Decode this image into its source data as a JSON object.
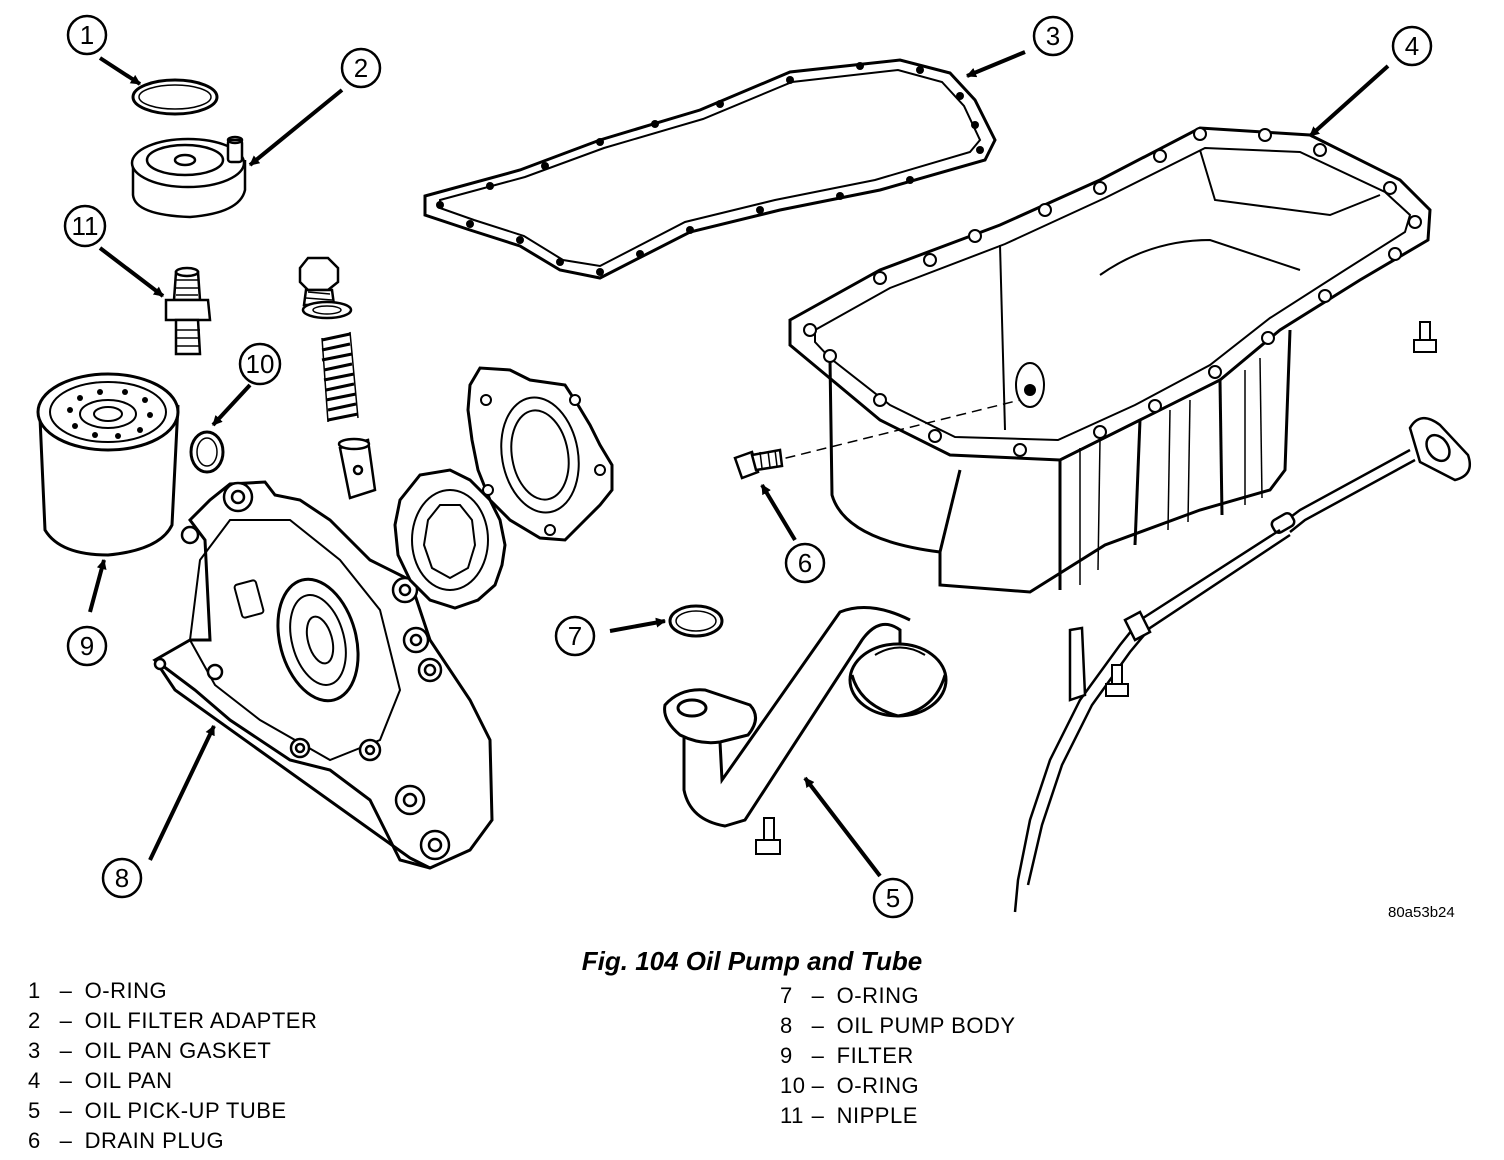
{
  "figure": {
    "caption": "Fig. 104 Oil Pump and Tube",
    "ref_code": "80a53b24"
  },
  "callouts": [
    "1",
    "2",
    "3",
    "4",
    "5",
    "6",
    "7",
    "8",
    "9",
    "10",
    "11"
  ],
  "legend": {
    "left": [
      {
        "num": "1",
        "dash": "–",
        "label": "O-RING"
      },
      {
        "num": "2",
        "dash": "–",
        "label": "OIL FILTER ADAPTER"
      },
      {
        "num": "3",
        "dash": "–",
        "label": "OIL PAN GASKET"
      },
      {
        "num": "4",
        "dash": "–",
        "label": "OIL PAN"
      },
      {
        "num": "5",
        "dash": "–",
        "label": "OIL PICK-UP TUBE"
      },
      {
        "num": "6",
        "dash": "–",
        "label": "DRAIN PLUG"
      }
    ],
    "right": [
      {
        "num": "7",
        "dash": "–",
        "label": "O-RING"
      },
      {
        "num": "8",
        "dash": "–",
        "label": "OIL PUMP BODY"
      },
      {
        "num": "9",
        "dash": "–",
        "label": "FILTER"
      },
      {
        "num": "10",
        "dash": "–",
        "label": "O-RING"
      },
      {
        "num": "11",
        "dash": "–",
        "label": "NIPPLE"
      }
    ]
  }
}
